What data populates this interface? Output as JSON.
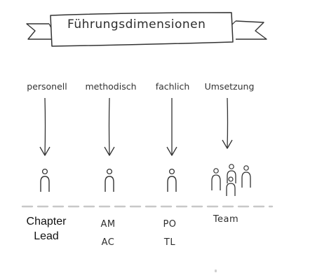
{
  "banner": {
    "title": "Führungsdimensionen"
  },
  "columns": [
    {
      "label": "personell",
      "icon": "person-icon",
      "roles": [
        "Chapter",
        "Lead"
      ]
    },
    {
      "label": "methodisch",
      "icon": "person-icon",
      "roles": [
        "AM",
        "AC"
      ]
    },
    {
      "label": "fachlich",
      "icon": "person-icon",
      "roles": [
        "PO",
        "TL"
      ]
    },
    {
      "label": "Umsetzung",
      "icon": "team-icon",
      "roles": [
        "Team"
      ]
    }
  ],
  "colors": {
    "ink": "#333333",
    "divider": "#c8c8c8",
    "banner_fill": "#ffffff"
  }
}
